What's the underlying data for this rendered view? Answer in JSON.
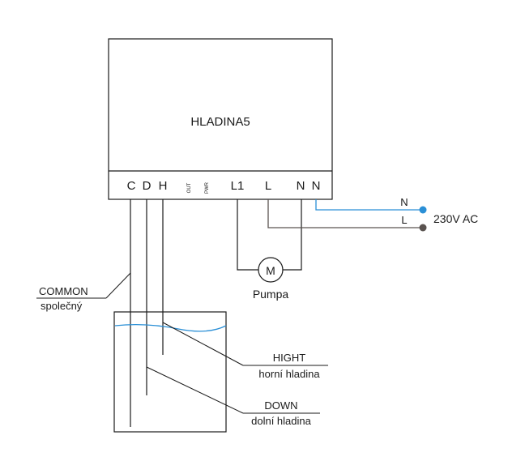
{
  "device": {
    "name": "HLADINA5",
    "terminals": [
      "C",
      "D",
      "H",
      "OUT",
      "PWR",
      "L1",
      "L",
      "N",
      "N"
    ]
  },
  "motor": {
    "symbol": "M",
    "label": "Pumpa"
  },
  "supply": {
    "n_label": "N",
    "l_label": "L",
    "voltage": "230V AC",
    "n_color": "#2a8fd6",
    "l_color": "#5a5350"
  },
  "probes": {
    "common": {
      "title": "COMMON",
      "subtitle": "společný"
    },
    "high": {
      "title": "HIGHT",
      "subtitle": "horní hladina"
    },
    "low": {
      "title": "DOWN",
      "subtitle": "dolní hladina"
    }
  },
  "colors": {
    "line": "#1a1a1a",
    "water": "#2a8fd6"
  }
}
